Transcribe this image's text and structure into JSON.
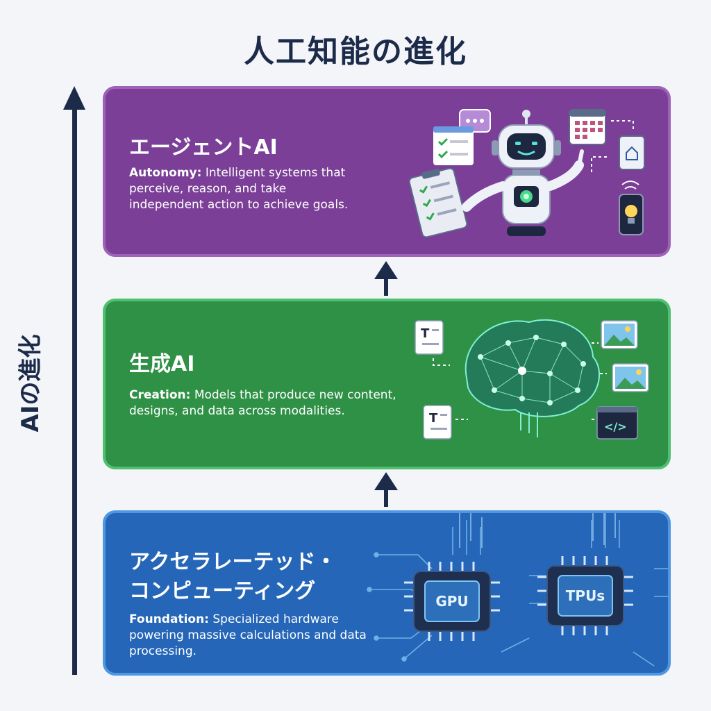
{
  "title": "人工知能の進化",
  "axis": {
    "label": "AIの進化"
  },
  "colors": {
    "agentic": "#7b3f97",
    "generative": "#2f9146",
    "accelerated": "#2566b8",
    "dark_navy": "#1c2b4a"
  },
  "stages": {
    "agentic": {
      "title": "エージェントAI",
      "lead": "Autonomy:",
      "description": "Intelligent systems that perceive, reason, and take independent action to achieve goals."
    },
    "generative": {
      "title": "生成AI",
      "lead": "Creation:",
      "description": "Models that produce new content, designs, and data across modalities."
    },
    "accelerated": {
      "title": "アクセラレーテッド・\nコンピューティング",
      "lead": "Foundation:",
      "description": "Specialized hardware powering massive calculations and data processing."
    }
  },
  "icons": {
    "agentic": [
      "robot-icon",
      "clipboard-checklist-icon",
      "chat-bubble-icon",
      "checklist-window-icon",
      "calendar-icon",
      "smart-home-icon",
      "smart-bulb-phone-icon"
    ],
    "generative": [
      "neural-brain-icon",
      "text-document-icon",
      "image-icon",
      "code-window-icon"
    ],
    "accelerated": [
      "gpu-chip-icon",
      "tpu-chip-icon",
      "circuit-traces-icon"
    ]
  },
  "chips": {
    "gpu": "GPU",
    "tpu": "TPUs"
  },
  "code_glyph": "</>",
  "doc_glyph": "T"
}
